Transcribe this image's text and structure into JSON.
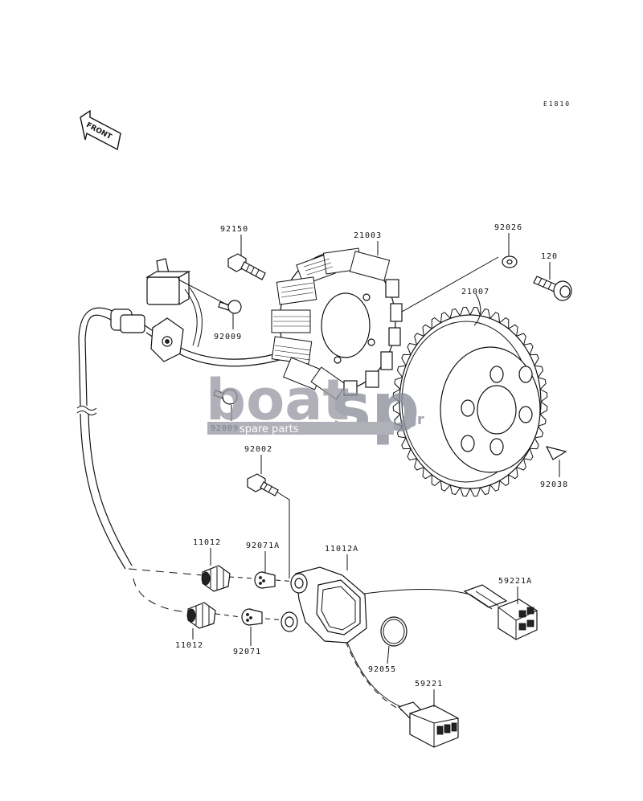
{
  "diagram_code": "E1810",
  "front_label": "FRONT",
  "watermark": {
    "brand_left": "boat",
    "brand_right": "sp",
    "brand_suffix": "gr",
    "tagline": "spare parts"
  },
  "parts": [
    {
      "id": "p-92150",
      "number": "92150"
    },
    {
      "id": "p-21003",
      "number": "21003"
    },
    {
      "id": "p-92026",
      "number": "92026"
    },
    {
      "id": "p-120",
      "number": "120"
    },
    {
      "id": "p-21007",
      "number": "21007"
    },
    {
      "id": "p-92009-a",
      "number": "92009"
    },
    {
      "id": "p-92009-b",
      "number": "92009"
    },
    {
      "id": "p-92002",
      "number": "92002"
    },
    {
      "id": "p-92038",
      "number": "92038"
    },
    {
      "id": "p-11012-a",
      "number": "11012"
    },
    {
      "id": "p-92071A",
      "number": "92071A"
    },
    {
      "id": "p-11012A",
      "number": "11012A"
    },
    {
      "id": "p-59221A",
      "number": "59221A"
    },
    {
      "id": "p-11012-b",
      "number": "11012"
    },
    {
      "id": "p-92071",
      "number": "92071"
    },
    {
      "id": "p-92055",
      "number": "92055"
    },
    {
      "id": "p-59221",
      "number": "59221"
    }
  ]
}
